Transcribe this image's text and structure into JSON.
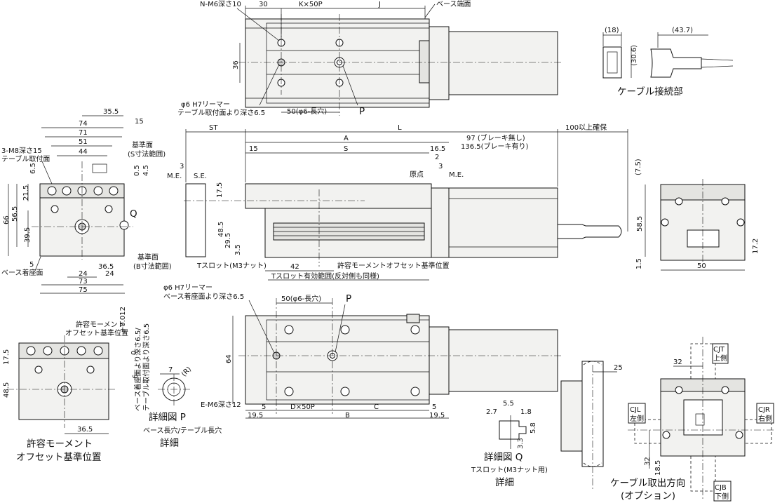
{
  "top_view": {
    "dim_nm6": "N-M6深さ10",
    "dim_30": "30",
    "dim_k50p": "K×50P",
    "dim_j": "J",
    "base_end": "ベース端面",
    "dim_36": "36",
    "reamer_1": "φ6 H7リーマー",
    "reamer_2": "テーブル取付面より深さ6.5",
    "dim_50_slot": "50(φ6-長穴)",
    "label_p": "P"
  },
  "cable_connector": {
    "dim_18": "(18)",
    "dim_43_7": "(43.7)",
    "dim_30_6": "(30.6)",
    "caption": "ケーブル接続部"
  },
  "end_view": {
    "dim_74": "74",
    "dim_71": "71",
    "dim_35_5": "35.5",
    "dim_15": "15",
    "dim_51": "51",
    "dim_44": "44",
    "m8": "3-M8深さ15",
    "table_mount": "テーブル取付面",
    "ref_s_1": "基準面",
    "ref_s_2": "(S寸法範囲)",
    "dim_6_5": "6.5",
    "dim_0_5": "0.5",
    "dim_4_5": "4.5",
    "dim_21_5": "21.5",
    "dim_66": "66",
    "dim_56_5": "56.5",
    "dim_39_5": "39.5",
    "dim_5": "5",
    "label_q": "Q",
    "base_seat": "ベース着座面",
    "ref_b_1": "基準面",
    "ref_b_2": "(B寸法範囲)",
    "dim_24a": "24",
    "dim_36_5": "36.5",
    "dim_24b": "24",
    "dim_73": "73",
    "dim_75": "75"
  },
  "side_view": {
    "dim_st": "ST",
    "dim_l": "L",
    "dim_100": "100以上確保",
    "dim_a": "A",
    "dim_97": "97 (ブレーキ無し)",
    "dim_136_5": "136.5(ブレーキ有り)",
    "dim_15": "15",
    "dim_s": "S",
    "dim_16_5": "16.5",
    "dim_2": "2",
    "dim_3a": "3",
    "dim_3b": "3",
    "me_left": "M.E.",
    "se": "S.E.",
    "origin": "原点",
    "me_right": "M.E.",
    "dim_17_5": "17.5",
    "dim_48_5": "48.5",
    "dim_29_5": "29.5",
    "dim_3_5": "3.5",
    "tslot": "Tスロット(M3ナット)",
    "dim_42": "42",
    "moment_ref": "許容モーメントオフセット基準位置",
    "tslot_range": "Tスロット有効範囲(反対側も同様)"
  },
  "right_end_view": {
    "dim_7_5": "(7.5)",
    "dim_58_5": "58.5",
    "dim_17_2": "17.2",
    "dim_1_5": "1.5",
    "dim_50": "50"
  },
  "offset_view": {
    "note_1": "許容モーメント",
    "note_2": "オフセット基準位置",
    "dim_17_5": "17.5",
    "dim_48_5": "48.5",
    "dim_36_5": "36.5",
    "caption_1": "許容モーメント",
    "caption_2": "オフセット基準位置"
  },
  "detail_p": {
    "v1": "6 ",
    "tol": "+0.012",
    "tol0": "0",
    "v2": "ベース着座面より深さ6.5/",
    "v3": "テーブル取付面より深さ6.5",
    "dim_7": "7",
    "r": "(R)",
    "title": "詳細図 P",
    "sub1": "ベース長穴/テーブル長穴",
    "sub2": "詳細"
  },
  "bottom_view": {
    "reamer_1": "φ6 H7リーマー",
    "reamer_2": "ベース着座面より深さ6.5",
    "dim_50_slot": "50(φ6-長穴)",
    "label_p": "P",
    "dim_64": "64",
    "em6": "E-M6深さ12",
    "dim_5a": "5",
    "dim_d50p": "D×50P",
    "dim_c": "C",
    "dim_5b": "5",
    "dim_19_5a": "19.5",
    "dim_b": "B",
    "dim_19_5b": "19.5"
  },
  "detail_q": {
    "dim_5_5": "5.5",
    "dim_2_7": "2.7",
    "dim_1_8": "1.8",
    "dim_5_8": "5.8",
    "dim_3_3": "3.3",
    "title": "詳細図 Q",
    "sub1": "Tスロット(M3ナット用)",
    "sub2": "詳細"
  },
  "cable_direction": {
    "dim_25": "25",
    "dim_32a": "32",
    "cjt_1": "CJT",
    "cjt_2": "上側",
    "cjl_1": "CJL",
    "cjl_2": "左側",
    "cjr_1": "CJR",
    "cjr_2": "右側",
    "cjb_1": "CJB",
    "cjb_2": "下側",
    "dim_32b": "32",
    "dim_18_5": "18.5",
    "caption_1": "ケーブル取出方向",
    "caption_2": "(オプション)"
  }
}
